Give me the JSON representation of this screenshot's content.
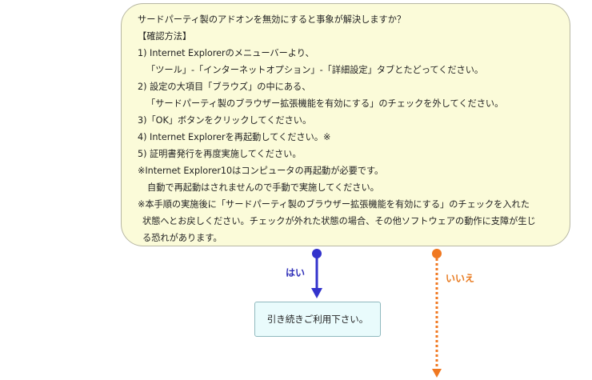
{
  "question": {
    "lines": [
      "サードパーティ製のアドオンを無効にすると事象が解決しますか？",
      "【確認方法】",
      "1) Internet Explorerのメニューバーより、",
      "「ツール」-「インターネットオプション」-「詳細設定」タブとたどってください。",
      "2) 設定の大項目「ブラウズ」の中にある、",
      "「サードパーティ製のブラウザー拡張機能を有効にする」のチェックを外してください。",
      "3)「OK」ボタンをクリックしてください。",
      "4) Internet Explorerを再起動してください。※",
      "5) 証明書発行を再度実施してください。",
      "※Internet Explorer10はコンピュータの再起動が必要です。",
      "自動で再起動はされませんので手動で実施してください。",
      "※本手順の実施後に「サードパーティ製のブラウザー拡張機能を有効にする」のチェックを入れた",
      "状態へとお戻しください。チェックが外れた状態の場合、その他ソフトウェアの動作に支障が生じ",
      "る恐れがあります。"
    ]
  },
  "branches": {
    "yes_label": "はい",
    "no_label": "いいえ",
    "yes_color": "#3333cc",
    "no_color": "#f07820"
  },
  "result": {
    "text": "引き続きご利用下さい。"
  }
}
